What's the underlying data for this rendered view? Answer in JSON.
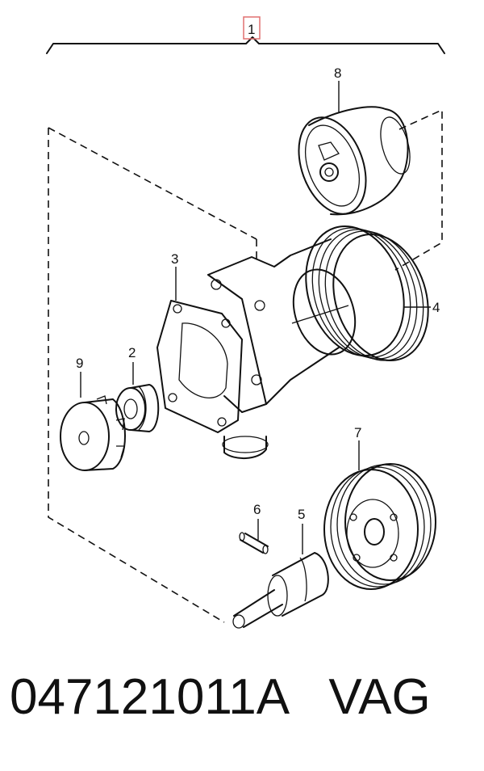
{
  "callouts": {
    "c1": "1",
    "c2": "2",
    "c3": "3",
    "c4": "4",
    "c5": "5",
    "c6": "6",
    "c7": "7",
    "c8": "8",
    "c9": "9"
  },
  "caption": {
    "part_number": "047121011A",
    "brand": "VAG"
  },
  "colors": {
    "line": "#111111",
    "highlight_box": "#e07070",
    "background": "#ffffff"
  }
}
